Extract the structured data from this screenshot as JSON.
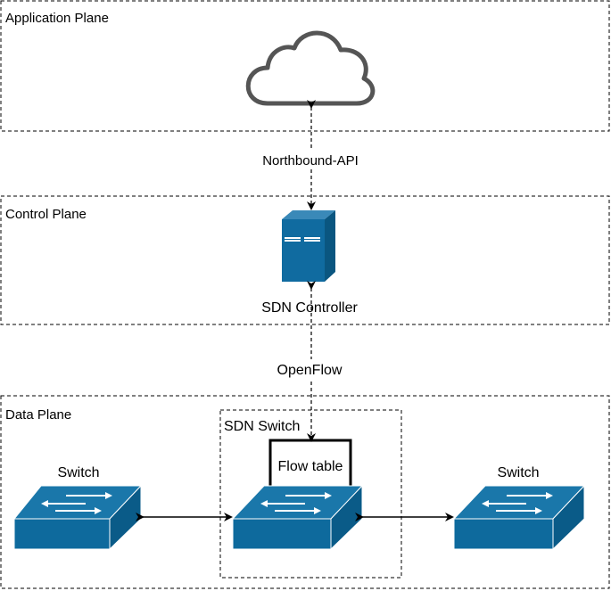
{
  "planes": {
    "application": "Application Plane",
    "control": "Control Plane",
    "data": "Data Plane"
  },
  "links": {
    "northbound": "Northbound-API",
    "southbound": "OpenFlow"
  },
  "nodes": {
    "cloud_icon": "cloud-icon",
    "controller": "SDN Controller",
    "sdn_switch": "SDN Switch",
    "flow_table": "Flow table",
    "switch_left": "Switch",
    "switch_right": "Switch"
  },
  "colors": {
    "switch_blue": "#0e6a9d",
    "switch_top": "#1a77aa",
    "server_blue": "#106ba0",
    "cloud_stroke": "#555555"
  }
}
